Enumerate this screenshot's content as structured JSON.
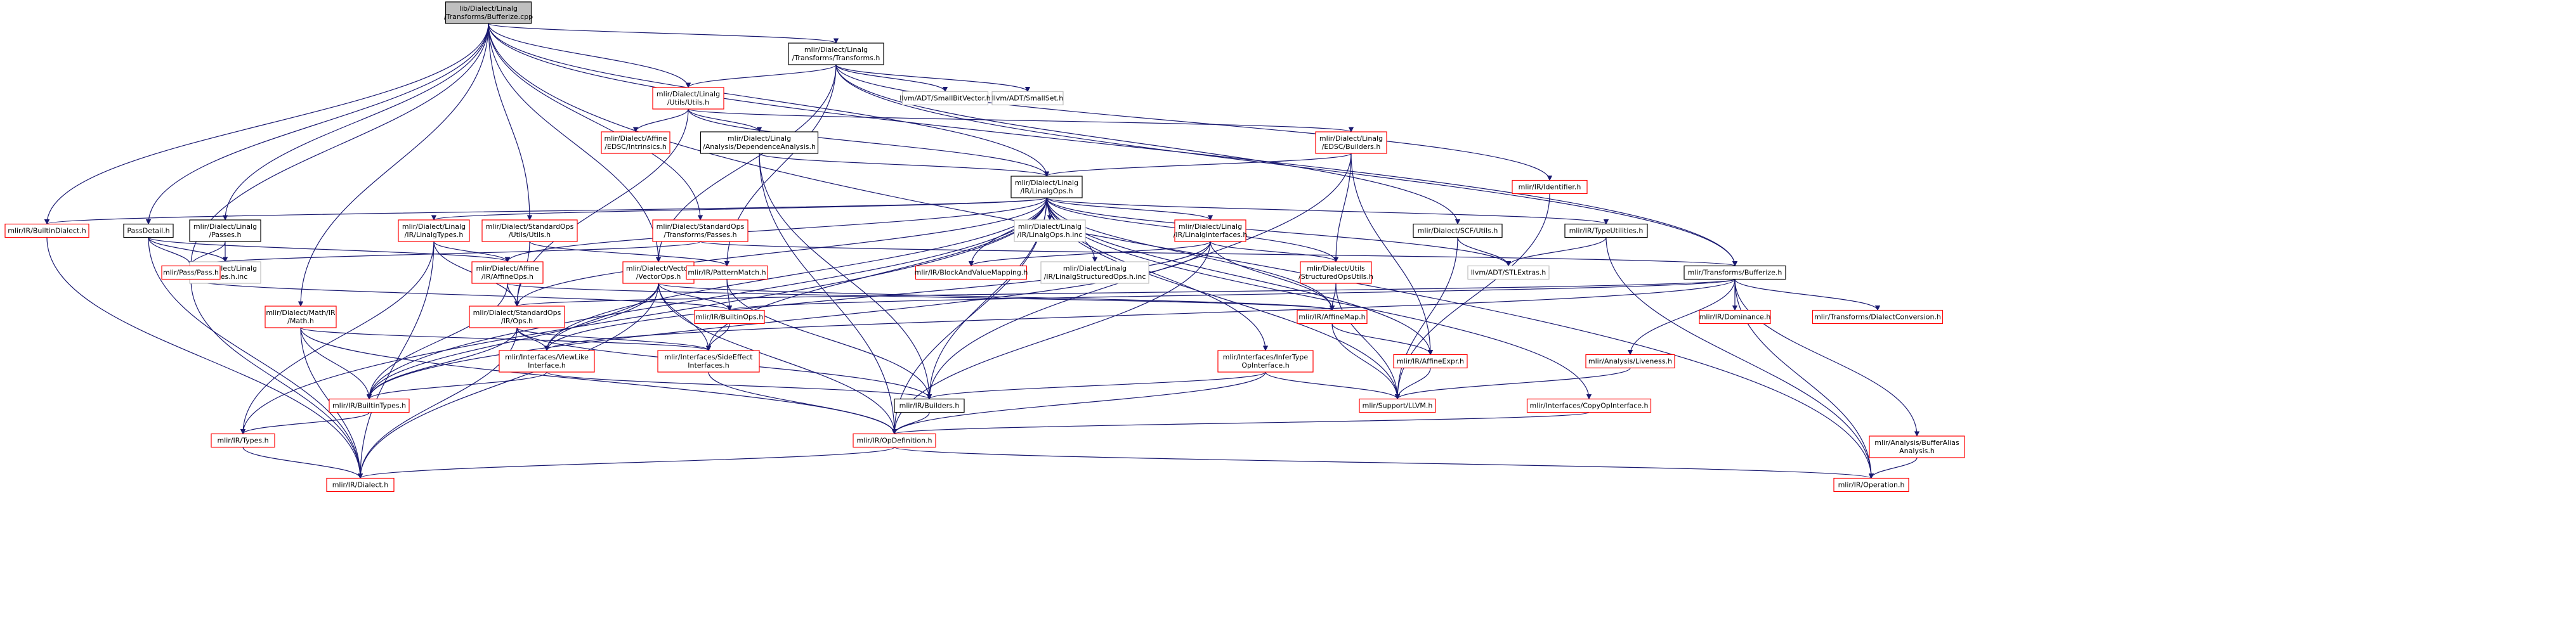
{
  "colors": {
    "edge": "#191970",
    "root_fill": "#bfbfbf",
    "root_border": "#000000",
    "border_red": "#ff0000",
    "border_black": "#000000",
    "border_gray": "#bfbfbf",
    "text": "#000000"
  },
  "nodes": [
    {
      "id": "root",
      "lines": [
        "lib/Dialect/Linalg",
        "/Transforms/Bufferize.cpp"
      ],
      "style": "root"
    },
    {
      "id": "transforms_h",
      "lines": [
        "mlir/Dialect/Linalg",
        "/Transforms/Transforms.h"
      ],
      "style": "black"
    },
    {
      "id": "utils_h",
      "lines": [
        "mlir/Dialect/Linalg",
        "/Utils/Utils.h"
      ],
      "style": "red"
    },
    {
      "id": "smallbitvector",
      "lines": [
        "llvm/ADT/SmallBitVector.h"
      ],
      "style": "gray"
    },
    {
      "id": "smallset",
      "lines": [
        "llvm/ADT/SmallSet.h"
      ],
      "style": "gray"
    },
    {
      "id": "intrinsics",
      "lines": [
        "mlir/Dialect/Affine",
        "/EDSC/Intrinsics.h"
      ],
      "style": "red"
    },
    {
      "id": "depanalysis",
      "lines": [
        "mlir/Dialect/Linalg",
        "/Analysis/DependenceAnalysis.h"
      ],
      "style": "black"
    },
    {
      "id": "edsc_builders",
      "lines": [
        "mlir/Dialect/Linalg",
        "/EDSC/Builders.h"
      ],
      "style": "red"
    },
    {
      "id": "identifier",
      "lines": [
        "mlir/IR/Identifier.h"
      ],
      "style": "red"
    },
    {
      "id": "linalgops",
      "lines": [
        "mlir/Dialect/Linalg",
        "/IR/LinalgOps.h"
      ],
      "style": "black"
    },
    {
      "id": "builtindialect",
      "lines": [
        "mlir/IR/BuiltinDialect.h"
      ],
      "style": "red"
    },
    {
      "id": "passdetail",
      "lines": [
        "PassDetail.h"
      ],
      "style": "black"
    },
    {
      "id": "passes_h",
      "lines": [
        "mlir/Dialect/Linalg",
        "/Passes.h"
      ],
      "style": "black"
    },
    {
      "id": "linalgtypes",
      "lines": [
        "mlir/Dialect/Linalg",
        "/IR/LinalgTypes.h"
      ],
      "style": "red"
    },
    {
      "id": "std_utils",
      "lines": [
        "mlir/Dialect/StandardOps",
        "/Utils/Utils.h"
      ],
      "style": "red"
    },
    {
      "id": "std_passes",
      "lines": [
        "mlir/Dialect/StandardOps",
        "/Transforms/Passes.h"
      ],
      "style": "red"
    },
    {
      "id": "linalgops_inc",
      "lines": [
        "mlir/Dialect/Linalg",
        "/IR/LinalgOps.h.inc"
      ],
      "style": "gray"
    },
    {
      "id": "linalginterfaces",
      "lines": [
        "mlir/Dialect/Linalg",
        "/IR/LinalgInterfaces.h"
      ],
      "style": "red"
    },
    {
      "id": "scf_utils",
      "lines": [
        "mlir/Dialect/SCF/Utils.h"
      ],
      "style": "black"
    },
    {
      "id": "typeutils",
      "lines": [
        "mlir/IR/TypeUtilities.h"
      ],
      "style": "black"
    },
    {
      "id": "passes_inc",
      "lines": [
        "mlir/Dialect/Linalg",
        "/Passes.h.inc"
      ],
      "style": "gray"
    },
    {
      "id": "pass_h",
      "lines": [
        "mlir/Pass/Pass.h"
      ],
      "style": "red"
    },
    {
      "id": "affineops",
      "lines": [
        "mlir/Dialect/Affine",
        "/IR/AffineOps.h"
      ],
      "style": "red"
    },
    {
      "id": "vectorops",
      "lines": [
        "mlir/Dialect/Vector",
        "/VectorOps.h"
      ],
      "style": "red"
    },
    {
      "id": "patternmatch",
      "lines": [
        "mlir/IR/PatternMatch.h"
      ],
      "style": "red"
    },
    {
      "id": "blockandvalue",
      "lines": [
        "mlir/IR/BlockAndValueMapping.h"
      ],
      "style": "red"
    },
    {
      "id": "structuredops_inc",
      "lines": [
        "mlir/Dialect/Linalg",
        "/IR/LinalgStructuredOps.h.inc"
      ],
      "style": "gray"
    },
    {
      "id": "structuredopsutils",
      "lines": [
        "mlir/Dialect/Utils",
        "/StructuredOpsUtils.h"
      ],
      "style": "red"
    },
    {
      "id": "stlextras",
      "lines": [
        "llvm/ADT/STLExtras.h"
      ],
      "style": "gray"
    },
    {
      "id": "bufferize_h",
      "lines": [
        "mlir/Transforms/Bufferize.h"
      ],
      "style": "black"
    },
    {
      "id": "math",
      "lines": [
        "mlir/Dialect/Math/IR",
        "/Math.h"
      ],
      "style": "red"
    },
    {
      "id": "std_ops",
      "lines": [
        "mlir/Dialect/StandardOps",
        "/IR/Ops.h"
      ],
      "style": "red"
    },
    {
      "id": "builtinops",
      "lines": [
        "mlir/IR/BuiltinOps.h"
      ],
      "style": "red"
    },
    {
      "id": "affinemap",
      "lines": [
        "mlir/IR/AffineMap.h"
      ],
      "style": "red"
    },
    {
      "id": "dominance",
      "lines": [
        "mlir/IR/Dominance.h"
      ],
      "style": "red"
    },
    {
      "id": "dialectconversion",
      "lines": [
        "mlir/Transforms/DialectConversion.h"
      ],
      "style": "red"
    },
    {
      "id": "viewlike",
      "lines": [
        "mlir/Interfaces/ViewLike",
        "Interface.h"
      ],
      "style": "red"
    },
    {
      "id": "sideeffect",
      "lines": [
        "mlir/Interfaces/SideEffect",
        "Interfaces.h"
      ],
      "style": "red"
    },
    {
      "id": "infertype",
      "lines": [
        "mlir/Interfaces/InferType",
        "OpInterface.h"
      ],
      "style": "red"
    },
    {
      "id": "affineexpr",
      "lines": [
        "mlir/IR/AffineExpr.h"
      ],
      "style": "red"
    },
    {
      "id": "liveness",
      "lines": [
        "mlir/Analysis/Liveness.h"
      ],
      "style": "red"
    },
    {
      "id": "builtintypes",
      "lines": [
        "mlir/IR/BuiltinTypes.h"
      ],
      "style": "red"
    },
    {
      "id": "ir_builders",
      "lines": [
        "mlir/IR/Builders.h"
      ],
      "style": "black"
    },
    {
      "id": "llvm_h",
      "lines": [
        "mlir/Support/LLVM.h"
      ],
      "style": "red"
    },
    {
      "id": "copyop",
      "lines": [
        "mlir/Interfaces/CopyOpInterface.h"
      ],
      "style": "red"
    },
    {
      "id": "ir_types",
      "lines": [
        "mlir/IR/Types.h"
      ],
      "style": "red"
    },
    {
      "id": "opdefinition",
      "lines": [
        "mlir/IR/OpDefinition.h"
      ],
      "style": "red"
    },
    {
      "id": "bufferalias",
      "lines": [
        "mlir/Analysis/BufferAlias",
        "Analysis.h"
      ],
      "style": "red"
    },
    {
      "id": "ir_dialect",
      "lines": [
        "mlir/IR/Dialect.h"
      ],
      "style": "red"
    },
    {
      "id": "ir_operation",
      "lines": [
        "mlir/IR/Operation.h"
      ],
      "style": "red"
    }
  ],
  "edges": [
    [
      "root",
      "transforms_h"
    ],
    [
      "root",
      "utils_h"
    ],
    [
      "root",
      "linalgops"
    ],
    [
      "root",
      "builtindialect"
    ],
    [
      "root",
      "passdetail"
    ],
    [
      "root",
      "passes_h"
    ],
    [
      "root",
      "pass_h"
    ],
    [
      "root",
      "std_utils"
    ],
    [
      "root",
      "std_passes"
    ],
    [
      "root",
      "vectorops"
    ],
    [
      "root",
      "math"
    ],
    [
      "root",
      "bufferize_h"
    ],
    [
      "root",
      "ir_operation"
    ],
    [
      "transforms_h",
      "utils_h"
    ],
    [
      "transforms_h",
      "smallbitvector"
    ],
    [
      "transforms_h",
      "smallset"
    ],
    [
      "transforms_h",
      "identifier"
    ],
    [
      "transforms_h",
      "scf_utils"
    ],
    [
      "transforms_h",
      "bufferize_h"
    ],
    [
      "transforms_h",
      "vectorops"
    ],
    [
      "transforms_h",
      "patternmatch"
    ],
    [
      "utils_h",
      "intrinsics"
    ],
    [
      "utils_h",
      "depanalysis"
    ],
    [
      "utils_h",
      "edsc_builders"
    ],
    [
      "utils_h",
      "linalgops"
    ],
    [
      "utils_h",
      "std_ops"
    ],
    [
      "depanalysis",
      "linalgops"
    ],
    [
      "depanalysis",
      "ir_builders"
    ],
    [
      "depanalysis",
      "opdefinition"
    ],
    [
      "edsc_builders",
      "linalgops"
    ],
    [
      "edsc_builders",
      "structuredopsutils"
    ],
    [
      "edsc_builders",
      "affineexpr"
    ],
    [
      "edsc_builders",
      "ir_builders"
    ],
    [
      "identifier",
      "llvm_h"
    ],
    [
      "linalgops",
      "builtindialect"
    ],
    [
      "linalgops",
      "linalgtypes"
    ],
    [
      "linalgops",
      "affineops"
    ],
    [
      "linalgops",
      "std_ops"
    ],
    [
      "linalgops",
      "linalgops_inc"
    ],
    [
      "linalgops",
      "linalginterfaces"
    ],
    [
      "linalgops",
      "structuredops_inc"
    ],
    [
      "linalgops",
      "structuredopsutils"
    ],
    [
      "linalgops",
      "blockandvalue"
    ],
    [
      "linalgops",
      "typeutils"
    ],
    [
      "linalgops",
      "stlextras"
    ],
    [
      "linalgops",
      "affinemap"
    ],
    [
      "linalgops",
      "infertype"
    ],
    [
      "linalgops",
      "viewlike"
    ],
    [
      "linalgops",
      "sideeffect"
    ],
    [
      "linalgops",
      "copyop"
    ],
    [
      "linalgops",
      "ir_builders"
    ],
    [
      "linalgops",
      "builtintypes"
    ],
    [
      "linalgops",
      "opdefinition"
    ],
    [
      "linalgops",
      "ir_types"
    ],
    [
      "linalgops",
      "affineexpr"
    ],
    [
      "linalgops",
      "llvm_h"
    ],
    [
      "builtindialect",
      "ir_dialect"
    ],
    [
      "passdetail",
      "passes_inc"
    ],
    [
      "passdetail",
      "pass_h"
    ],
    [
      "passdetail",
      "affineops"
    ],
    [
      "passdetail",
      "ir_dialect"
    ],
    [
      "passes_h",
      "passes_inc"
    ],
    [
      "passes_h",
      "pass_h"
    ],
    [
      "linalgtypes",
      "affineops"
    ],
    [
      "linalgtypes",
      "std_ops"
    ],
    [
      "linalgtypes",
      "ir_dialect"
    ],
    [
      "linalgtypes",
      "ir_types"
    ],
    [
      "std_utils",
      "std_ops"
    ],
    [
      "std_utils",
      "patternmatch"
    ],
    [
      "std_passes",
      "pass_h"
    ],
    [
      "std_passes",
      "bufferize_h"
    ],
    [
      "linalginterfaces",
      "blockandvalue"
    ],
    [
      "linalginterfaces",
      "structuredopsutils"
    ],
    [
      "linalginterfaces",
      "affinemap"
    ],
    [
      "linalginterfaces",
      "viewlike"
    ],
    [
      "linalginterfaces",
      "opdefinition"
    ],
    [
      "linalginterfaces",
      "builtintypes"
    ],
    [
      "scf_utils",
      "stlextras"
    ],
    [
      "scf_utils",
      "llvm_h"
    ],
    [
      "typeutils",
      "stlextras"
    ],
    [
      "typeutils",
      "ir_operation"
    ],
    [
      "pass_h",
      "builtinops"
    ],
    [
      "pass_h",
      "ir_dialect"
    ],
    [
      "affineops",
      "std_ops"
    ],
    [
      "affineops",
      "affinemap"
    ],
    [
      "affineops",
      "builtintypes"
    ],
    [
      "vectorops",
      "affinemap"
    ],
    [
      "vectorops",
      "builtinops"
    ],
    [
      "vectorops",
      "viewlike"
    ],
    [
      "vectorops",
      "sideeffect"
    ],
    [
      "vectorops",
      "builtintypes"
    ],
    [
      "vectorops",
      "opdefinition"
    ],
    [
      "vectorops",
      "ir_dialect"
    ],
    [
      "patternmatch",
      "builtinops"
    ],
    [
      "patternmatch",
      "ir_builders"
    ],
    [
      "structuredopsutils",
      "affinemap"
    ],
    [
      "structuredopsutils",
      "llvm_h"
    ],
    [
      "bufferize_h",
      "builtinops"
    ],
    [
      "bufferize_h",
      "dominance"
    ],
    [
      "bufferize_h",
      "dialectconversion"
    ],
    [
      "bufferize_h",
      "liveness"
    ],
    [
      "bufferize_h",
      "bufferalias"
    ],
    [
      "bufferize_h",
      "std_ops"
    ],
    [
      "bufferize_h",
      "ir_operation"
    ],
    [
      "bufferize_h",
      "viewlike"
    ],
    [
      "math",
      "builtintypes"
    ],
    [
      "math",
      "sideeffect"
    ],
    [
      "math",
      "opdefinition"
    ],
    [
      "math",
      "ir_dialect"
    ],
    [
      "std_ops",
      "viewlike"
    ],
    [
      "std_ops",
      "sideeffect"
    ],
    [
      "std_ops",
      "builtintypes"
    ],
    [
      "std_ops",
      "ir_builders"
    ],
    [
      "std_ops",
      "ir_dialect"
    ],
    [
      "builtinops",
      "sideeffect"
    ],
    [
      "affinemap",
      "affineexpr"
    ],
    [
      "affinemap",
      "llvm_h"
    ],
    [
      "viewlike",
      "builtintypes"
    ],
    [
      "viewlike",
      "ir_builders"
    ],
    [
      "sideeffect",
      "opdefinition"
    ],
    [
      "infertype",
      "ir_builders"
    ],
    [
      "infertype",
      "llvm_h"
    ],
    [
      "infertype",
      "opdefinition"
    ],
    [
      "affineexpr",
      "llvm_h"
    ],
    [
      "liveness",
      "llvm_h"
    ],
    [
      "builtintypes",
      "ir_types"
    ],
    [
      "ir_builders",
      "opdefinition"
    ],
    [
      "copyop",
      "opdefinition"
    ],
    [
      "ir_types",
      "ir_dialect"
    ],
    [
      "opdefinition",
      "ir_dialect"
    ],
    [
      "opdefinition",
      "ir_operation"
    ],
    [
      "bufferalias",
      "ir_operation"
    ]
  ]
}
